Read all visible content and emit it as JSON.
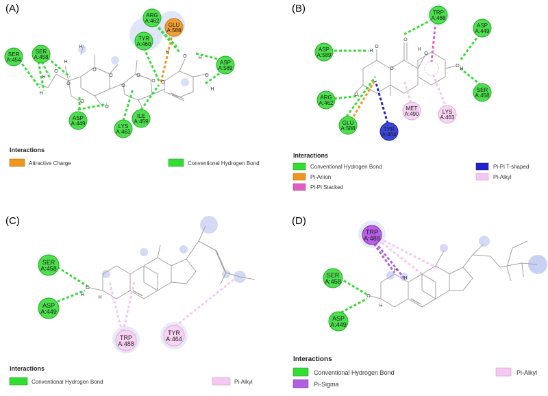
{
  "colors": {
    "h_bond": "#33dd33",
    "h_bond_node": "#4ddf4d",
    "attractive_charge": "#f0961e",
    "pi_anion": "#f0961e",
    "pi_pi_stacked": "#e060c0",
    "pi_pi_tshaped": "#2222cc",
    "pi_alkyl": "#f4c8f0",
    "pi_sigma": "#b060e0",
    "bond": "#9a9a9a",
    "halo": "#c8d4f0"
  },
  "panels": [
    {
      "label": "(A)",
      "residues": [
        {
          "name": "ARG",
          "id": "A:462",
          "type": "hbond"
        },
        {
          "name": "GLU",
          "id": "A:588",
          "type": "charge"
        },
        {
          "name": "TYR",
          "id": "A:460",
          "type": "hbond"
        },
        {
          "name": "SER",
          "id": "A:454",
          "type": "hbond"
        },
        {
          "name": "SER",
          "id": "A:458",
          "type": "hbond"
        },
        {
          "name": "ASP",
          "id": "A:589",
          "type": "hbond"
        },
        {
          "name": "ASP",
          "id": "A:449",
          "type": "hbond"
        },
        {
          "name": "ILE",
          "id": "A:459",
          "type": "hbond"
        },
        {
          "name": "LYS",
          "id": "A:463",
          "type": "hbond"
        }
      ],
      "atoms": [
        "H",
        "H",
        "H",
        "H",
        "H",
        "H",
        "H",
        "O",
        "O",
        "O",
        "O",
        "O",
        "O",
        "O",
        "O",
        "O",
        "O",
        "O",
        "O"
      ],
      "legend_title": "Interactions",
      "legend": [
        {
          "label": "Attractive Charge",
          "color": "#f0961e"
        },
        {
          "label": "Conventional Hydrogen Bond",
          "color": "#33dd33"
        }
      ]
    },
    {
      "label": "(B)",
      "residues": [
        {
          "name": "TRP",
          "id": "A:488",
          "type": "hbond"
        },
        {
          "name": "ASP",
          "id": "A:449",
          "type": "hbond"
        },
        {
          "name": "ASP",
          "id": "A:589",
          "type": "hbond"
        },
        {
          "name": "SER",
          "id": "A:458",
          "type": "hbond"
        },
        {
          "name": "ARG",
          "id": "A:462",
          "type": "hbond"
        },
        {
          "name": "GLU",
          "id": "A:588",
          "type": "hbond"
        },
        {
          "name": "TYR",
          "id": "A:464",
          "type": "tshaped"
        },
        {
          "name": "MET",
          "id": "A:490",
          "type": "alkyl"
        },
        {
          "name": "LYS",
          "id": "A:463",
          "type": "alkyl"
        }
      ],
      "atoms": [
        "O",
        "O",
        "O",
        "O",
        "O",
        "O",
        "H",
        "H",
        "H"
      ],
      "legend_title": "Interactions",
      "legend": [
        {
          "label": "Conventional Hydrogen Bond",
          "color": "#33dd33"
        },
        {
          "label": "Pi-Anion",
          "color": "#f0961e"
        },
        {
          "label": "Pi-Pi Stacked",
          "color": "#e060c0"
        },
        {
          "label": "Pi-Pi T-shaped",
          "color": "#2222cc"
        },
        {
          "label": "Pi-Alkyl",
          "color": "#f4c8f0"
        }
      ]
    },
    {
      "label": "(C)",
      "residues": [
        {
          "name": "SER",
          "id": "A:458",
          "type": "hbond"
        },
        {
          "name": "ASP",
          "id": "A:449",
          "type": "hbond"
        },
        {
          "name": "TRP",
          "id": "A:488",
          "type": "alkyl"
        },
        {
          "name": "TYR",
          "id": "A:464",
          "type": "alkyl"
        }
      ],
      "atoms": [
        "O",
        "H",
        "H"
      ],
      "legend_title": "Interactions",
      "legend": [
        {
          "label": "Conventional Hydrogen Bond",
          "color": "#33dd33"
        },
        {
          "label": "Pi-Alkyl",
          "color": "#f4c8f0"
        }
      ]
    },
    {
      "label": "(D)",
      "residues": [
        {
          "name": "TRP",
          "id": "A:488",
          "type": "sigma"
        },
        {
          "name": "SER",
          "id": "A:458",
          "type": "hbond"
        },
        {
          "name": "ASP",
          "id": "A:449",
          "type": "hbond"
        }
      ],
      "atoms": [
        "O",
        "H",
        "H",
        "H"
      ],
      "legend_title": "Interactions",
      "legend": [
        {
          "label": "Conventional Hydrogen Bond",
          "color": "#33dd33"
        },
        {
          "label": "Pi-Sigma",
          "color": "#b060e0"
        },
        {
          "label": "Pi-Alkyl",
          "color": "#f4c8f0"
        }
      ]
    }
  ]
}
